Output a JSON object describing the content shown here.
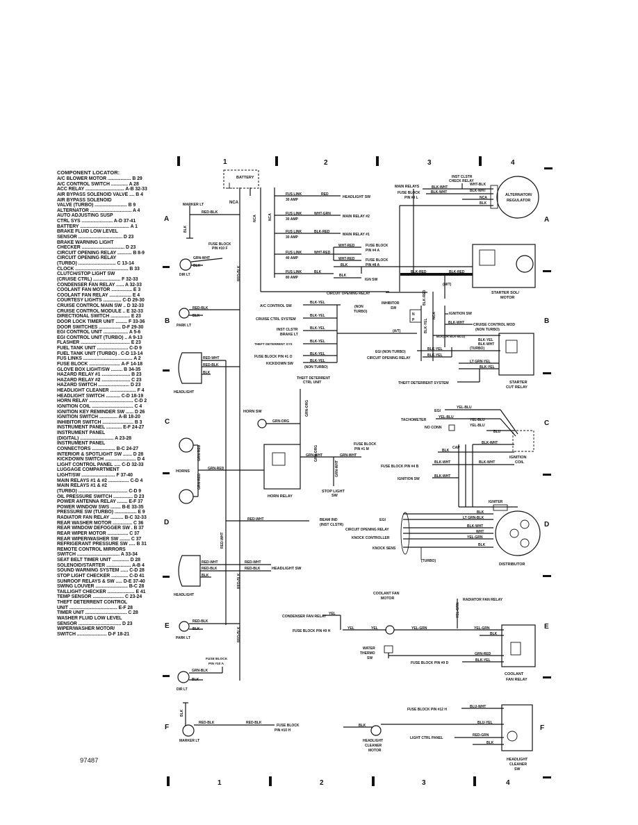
{
  "component_locator": {
    "title": "COMPONENT LOCATOR:",
    "entries": [
      "A/C BLOWER MOTOR .................. B 29",
      "A/C CONTROL SWITCH ............. A 28",
      "ACC RELAY .............................. A-B 32-33",
      "AIR BYPASS SOLENOID VALVE .... B 4",
      "AIR BYPASS SOLENOID",
      "   VALVE (TURBO) ......................... B 9",
      "ALTERNATOR ................................ A 4",
      "AUTO ADJUSTING SUSP",
      "   CTRL SYS ........................ A-D 37-41",
      "BATTERY ...................................... A 1",
      "BRAKE FLUID LOW LEVEL",
      "   SENSOR .................................. D 23",
      "BRAKE WARNING LIGHT",
      "   CHECKER ................................. D 23",
      "CIRCUIT OPENING RELAY ........... B 8-9",
      "CIRCUIT OPENING RELAY",
      "   (TURBO) ............................. C 13-14",
      "CLOCK ......................................... B 33",
      "CLUTCH/STOP LIGHT SW",
      "   (CRUISE CTRL) ..................... F 32-33",
      "CONDENSER FAN RELAY ...... A 32-33",
      "COOLANT FAN MOTOR ................ E 3",
      "COOLANT FAN RELAY ................. E 4",
      "COURTESY LIGHTS .............. C-D 29-30",
      "CRUISE CONTROL MAIN SW .. D 32-33",
      "CRUISE CONTROL MODULE .. E 32-33",
      "DIRECTIONAL SWITCH ............... E 23",
      "DOOR LOCK TIMER UNIT ......... F 33-36",
      "DOOR SWITCHES ................. D-F 29-30",
      "EGI CONTROL UNIT ................... A 5-6",
      "EGI CONTROL UNIT (TURBO) .. A 9-13",
      "FLASHER ...................................... E 23",
      "FUEL TANK UNIT ........................ C-D 9",
      "FUEL TANK UNIT (TURBO) . C-D 13-14",
      "FUS LINKS ...................................... A 2",
      "FUSE BLOCK ........................ A-F 14-18",
      "GLOVE BOX LIGHT/SW ......... B 34-35",
      "HAZARD RELAY #1 ...................... B 23",
      "HAZARD RELAY #2 ...................... C 23",
      "HAZARD SWITCH ........................ D 23",
      "HEADLIGHT CLEANER .................... F 4",
      "HEADLIGHT SWITCH ........... C-D 18-19",
      "HORN RELAY .................................. C-D 2",
      "IGNITION COIL ................................ C 4",
      "IGNITION KEY REMINDER SW ...... D 26",
      "IGNITION SWITCH .............. A-B 18-20",
      "INHIBITOR SWITCH ........................ B 3",
      "INSTRUMENT PANEL ............ E-F 24-27",
      "INSTRUMENT PANEL",
      "   (DIGITAL) .......................... A 23-28",
      "INSTRUMENT PANEL",
      "   CONNECTORS .................. B-C 24-27",
      "INTERIOR & SPOTLIGHT SW ....... D 28",
      "KICKDOWN SWITCH ........................ D 4",
      "LIGHT CONTROL PANEL ..... C-D 32-33",
      "LUGGAGE COMPARTMENT",
      "   LIGHT/SW .......................... F 37-40",
      "MAIN RELAYS #1 & #2 ................ C-D 4",
      "MAIN RELAYS #1 & #2",
      "   (TURBO) ...................................... C-D 9",
      "OIL PRESSURE SWITCH ............... D 23",
      "POWER ANTENNA RELAY ........ E-F 37",
      "POWER WINDOW SWS ........ B-E 33-35",
      "PRESSURE SW (TURBO) ................. E 9",
      "RADIATOR FAN RELAY .......... B-C 32-33",
      "REAR WASHER MOTOR ............... C 36",
      "REAR WINDOW DEFOGGER SW . B 37",
      "REAR WIPER MOTOR ................ C 37",
      "REAR WIPER/WASHER SW ........ C 37",
      "REFRIGERANT PRESSURE SW ..... B 31",
      "REMOTE CONTROL MIRRORS",
      "   SWITCH ................................. A 33-34",
      "SEAT BELT TIMER UNIT ............. D 28",
      "SOLENOID/STARTER ................... A-B 4",
      "SOUND WARNING SYSTEM ...... C-D 28",
      "STOP LIGHT CHECKER ............. C-D 41",
      "SUNROOF RELAYS & SW ..... D-E 37-40",
      "SWING LOUVER ......................... B-C 28",
      "TAILLIGHT CHECKER ..................... E 41",
      "TEMP SENSOR ........................ C 23-24",
      "THEFT DETERRENT CONTROL",
      "   UNIT ..................................... E-F 28",
      "TIMER UNIT ................................ C 28",
      "WASHER FLUID LOW LEVEL",
      "   SENSOR ................................. D 23",
      "WIPER/WASHER MOTOR/",
      "   SWITCH ....................... D-F 18-21"
    ]
  },
  "doc_number": "97487",
  "grid": {
    "columns": [
      "1",
      "2",
      "3",
      "4"
    ],
    "rows": [
      "A",
      "B",
      "C",
      "D",
      "E",
      "F"
    ]
  },
  "labels": {
    "battery": "BATTERY",
    "nca": "NCA",
    "marker_lt": "MARKER LT",
    "red_blk": "RED-BLK",
    "blk": "BLK",
    "fuse_block_pin_10f": "FUSE BLOCK",
    "fuse_block_pin_10f_2": "PIN #10 F",
    "grn_wht": "GRN-WHT",
    "dir_lt": "DIR LT",
    "park_lt": "PARK LT",
    "headlight": "HEADLIGHT",
    "horns": "HORNS",
    "grn_red": "GRN-RED",
    "horn_sw": "HORN SW",
    "grn_org": "GRN-ORG",
    "horn_relay": "HORN RELAY",
    "stop_light_sw": "STOP LIGHT",
    "stop_light_sw_2": "SW",
    "fuse_block_pin_1m": "FUSE BLOCK",
    "fuse_block_pin_1m_2": "PIN #1 M",
    "red_wht": "RED-WHT",
    "beam_ind": "BEAM IND",
    "beam_ind_2": "(INST CLSTR)",
    "headlight_sw": "HEADLIGHT SW",
    "fus_link": "FUS LINK",
    "amp30": "30 AMP",
    "amp40": "40 AMP",
    "amp80": "80 AMP",
    "red": "RED",
    "headlight_sw_top": "HEADLIGHT SW",
    "wht_grn": "WHT-GRN",
    "main_relay_2": "MAIN RELAY #2",
    "blk_red": "BLK-RED",
    "main_relay_1": "MAIN RELAY #1",
    "wht_red": "WHT-RED",
    "fuse_block_pin_4a": "FUSE BLOCK",
    "fuse_block_pin_4a_2": "PIN #4 A",
    "fuse_block_pin_8a": "FUSE BLOCK",
    "fuse_block_pin_8a_2": "PIN #8 A",
    "ign_sw": "IGN SW",
    "inst_clstr_check_relay": "INST CLSTR",
    "inst_clstr_check_relay_2": "CHECK RELAY",
    "main_relays": "MAIN RELAYS",
    "blk_wht": "BLK-WHT",
    "fuse_block_pin_9l": "FUSE BLOCK",
    "fuse_block_pin_9l_2": "PIN #9 L",
    "wht_blk": "WHT-BLK",
    "alternator_regulator": "ALTERNATOR/",
    "alternator_regulator_2": "REGULATOR",
    "circuit_opening_relay": "CIRCUIT OPENING RELAY",
    "mt": "(M/T)",
    "starter_sol_motor": "STARTER SOL/",
    "starter_sol_motor_2": "MOTOR",
    "ac_control_sw": "A/C CONTROL SW",
    "blk_yel": "BLK-YEL",
    "non_turbo": "(NON",
    "non_turbo_2": "TURBO)",
    "inhibitor_sw": "INHIBITOR",
    "inhibitor_sw_2": "SW",
    "cruise_ctrl_system": "CRUISE CTRL SYSTEM",
    "inst_clstr_brake_lt": "INST CLSTR",
    "inst_clstr_brake_lt_2": "BRAKE LT",
    "theft_deterrent_sys": "THEFT DETERRENT SYS",
    "fuse_block_pin_1o": "FUSE BLOCK PIN #1 O",
    "kickdown_sw": "KICKDOWN SW",
    "non_turbo_paren": "(NON TURBO)",
    "at": "(A/T)",
    "ignition_sw": "IGNITION SW",
    "cruise_control_mod": "CRUISE CONTROL MOD",
    "cruise_control_mod_2": "(NON TURBO)",
    "blk_or_blk_blu": "BLK(OR BLK-BLU)",
    "egi_non_turbo": "EGI (NON TURBO)",
    "turbo": "(TURBO)",
    "circuit_opening_relay_b": "CIRCUIT OPENING RELAY",
    "lt_grn_yel": "LT GRN-YEL",
    "theft_deterrent_ctrl_unit": "THEFT DETERRENT",
    "theft_deterrent_ctrl_unit_2": "CTRL UNIT",
    "theft_deterrent_system": "THEFT DETERRENT SYSTEM",
    "starter_cut_relay": "STARTER",
    "starter_cut_relay_2": "CUT RELAY",
    "egi": "EGI",
    "yel_blu": "YEL-BLU",
    "tachometer": "TACHOMETER",
    "no_conn": "NO CONN",
    "blu": "BLU",
    "cap": "CAP",
    "blk_wht_c": "BLK-WHT",
    "fuse_block_pin_4b": "FUSE BLOCK PIN #4 B",
    "ignition_sw_c": "IGNITION SW",
    "ignition_coil": "IGNITION",
    "ignition_coil_2": "COIL",
    "igniter": "IGNITER",
    "lt_grn_blk": "LT GRN-BLK",
    "wht": "WHT",
    "yel_grn": "YEL-GRN",
    "knock_controller": "KNOCK CONTROLLER",
    "knock_sens": "KNOCK SENS",
    "distributor": "DISTRIBUTOR",
    "radiator_fan_relay": "RADIATOR FAN RELAY",
    "condenser_fan_relay": "CONDENSER FAN RELAY",
    "yel": "YEL",
    "coolant_fan_motor": "COOLANT FAN",
    "coolant_fan_motor_2": "MOTOR",
    "fuse_block_pin_9h": "FUSE BLOCK PIN #9 H",
    "water_thermo_sw": "WATER",
    "water_thermo_sw_2": "THERMO",
    "water_thermo_sw_3": "SW",
    "grn_red_e": "GRN-RED",
    "blk_yel_e": "BLK-YEL",
    "fuse_block_pin_9d": "FUSE BLOCK PIN #9 D",
    "coolant_fan_relay": "COOLANT",
    "coolant_fan_relay_2": "FAN RELAY",
    "grn_blk": "GRN-BLK",
    "fuse_block_pin_10a": "FUSE BLOCK",
    "fuse_block_pin_10a_2": "PIN #10 A",
    "fuse_block_pin_10h": "FUSE BLOCK",
    "fuse_block_pin_10h_2": "PIN #10 H",
    "fuse_block_pin_12h": "FUSE BLOCK PIN #12 H",
    "blu_wht": "BLU-WHT",
    "blu_yel": "BLU-YEL",
    "light_ctrl_panel": "LIGHT CTRL PANEL",
    "red_grn": "RED-GRN",
    "headlight_cleaner_motor": "HEADLIGHT",
    "headlight_cleaner_motor_2": "CLEANER",
    "headlight_cleaner_motor_3": "MOTOR",
    "headlight_cleaner_sw": "HEADLIGHT",
    "headlight_cleaner_sw_2": "CLEANER",
    "headlight_cleaner_sw_3": "SW",
    "red_blk_f": "RED-BLK"
  }
}
